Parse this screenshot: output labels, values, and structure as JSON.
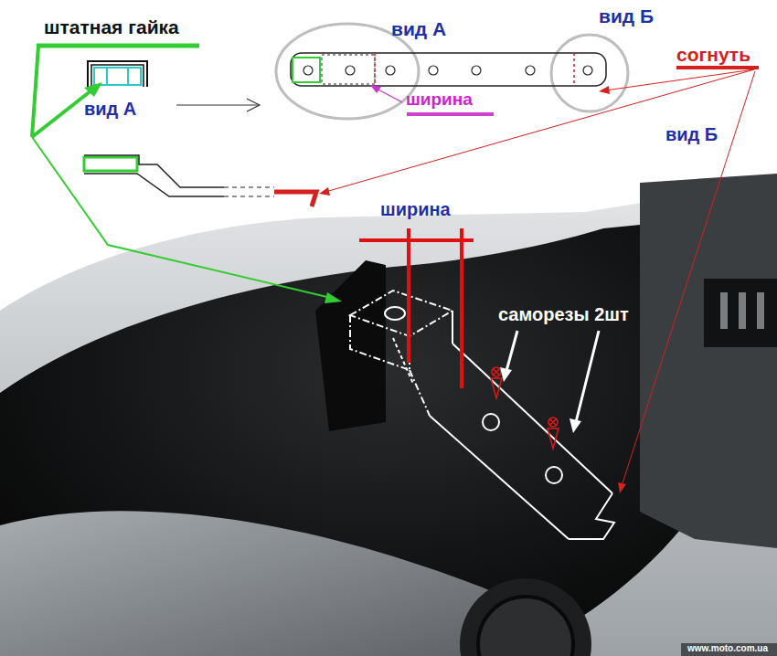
{
  "diagram": {
    "labels": [
      "штатная гайка",
      "вид А",
      "вид Б",
      "вид А",
      "ширина",
      "согнуть",
      "вид Б",
      "ширина",
      "саморезы 2шт",
      "www.moto.com.ua"
    ]
  }
}
